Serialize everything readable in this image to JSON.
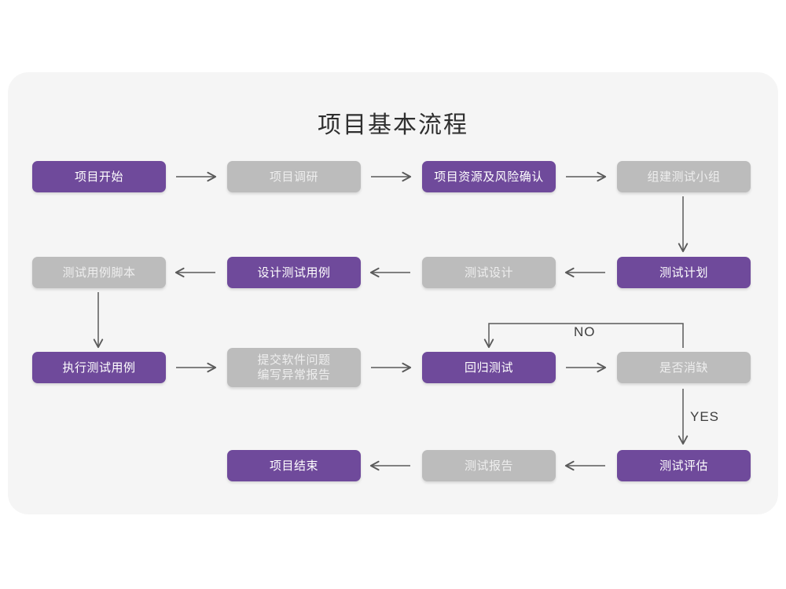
{
  "diagram": {
    "title": "项目基本流程",
    "colors": {
      "purple": "#6f4a9b",
      "gray": "#bcbcbc",
      "card_background": "#f5f5f5",
      "page_background": "#ffffff",
      "connector": "#5a5a5a",
      "title_text": "#2f2f2f"
    },
    "nodes": [
      {
        "id": "n1",
        "label": "项目开始",
        "style": "purple",
        "row": 1,
        "col": 1
      },
      {
        "id": "n2",
        "label": "项目调研",
        "style": "gray",
        "row": 1,
        "col": 2
      },
      {
        "id": "n3",
        "label": "项目资源及风险确认",
        "style": "purple",
        "row": 1,
        "col": 3
      },
      {
        "id": "n4",
        "label": "组建测试小组",
        "style": "gray",
        "row": 1,
        "col": 4
      },
      {
        "id": "n5",
        "label": "测试用例脚本",
        "style": "gray",
        "row": 2,
        "col": 1
      },
      {
        "id": "n6",
        "label": "设计测试用例",
        "style": "purple",
        "row": 2,
        "col": 2
      },
      {
        "id": "n7",
        "label": "测试设计",
        "style": "gray",
        "row": 2,
        "col": 3
      },
      {
        "id": "n8",
        "label": "测试计划",
        "style": "purple",
        "row": 2,
        "col": 4
      },
      {
        "id": "n9",
        "label": "执行测试用例",
        "style": "purple",
        "row": 3,
        "col": 1
      },
      {
        "id": "n10",
        "label": "提交软件问题\n编写异常报告",
        "style": "gray",
        "row": 3,
        "col": 2
      },
      {
        "id": "n11",
        "label": "回归测试",
        "style": "purple",
        "row": 3,
        "col": 3
      },
      {
        "id": "n12",
        "label": "是否消缺",
        "style": "gray",
        "row": 3,
        "col": 4
      },
      {
        "id": "n13",
        "label": "项目结束",
        "style": "purple",
        "row": 4,
        "col": 2
      },
      {
        "id": "n14",
        "label": "测试报告",
        "style": "gray",
        "row": 4,
        "col": 3
      },
      {
        "id": "n15",
        "label": "测试评估",
        "style": "purple",
        "row": 4,
        "col": 4
      }
    ],
    "edge_labels": {
      "no": "NO",
      "yes": "YES"
    },
    "edges": [
      {
        "from": "n1",
        "to": "n2",
        "direction": "right"
      },
      {
        "from": "n2",
        "to": "n3",
        "direction": "right"
      },
      {
        "from": "n3",
        "to": "n4",
        "direction": "right"
      },
      {
        "from": "n4",
        "to": "n8",
        "direction": "down"
      },
      {
        "from": "n8",
        "to": "n7",
        "direction": "left"
      },
      {
        "from": "n7",
        "to": "n6",
        "direction": "left"
      },
      {
        "from": "n6",
        "to": "n5",
        "direction": "left"
      },
      {
        "from": "n5",
        "to": "n9",
        "direction": "down"
      },
      {
        "from": "n9",
        "to": "n10",
        "direction": "right"
      },
      {
        "from": "n10",
        "to": "n11",
        "direction": "right"
      },
      {
        "from": "n11",
        "to": "n12",
        "direction": "right"
      },
      {
        "from": "n12",
        "to": "n11",
        "direction": "loop-up-left",
        "label": "NO"
      },
      {
        "from": "n12",
        "to": "n15",
        "direction": "down",
        "label": "YES"
      },
      {
        "from": "n15",
        "to": "n14",
        "direction": "left"
      },
      {
        "from": "n14",
        "to": "n13",
        "direction": "left"
      }
    ]
  }
}
